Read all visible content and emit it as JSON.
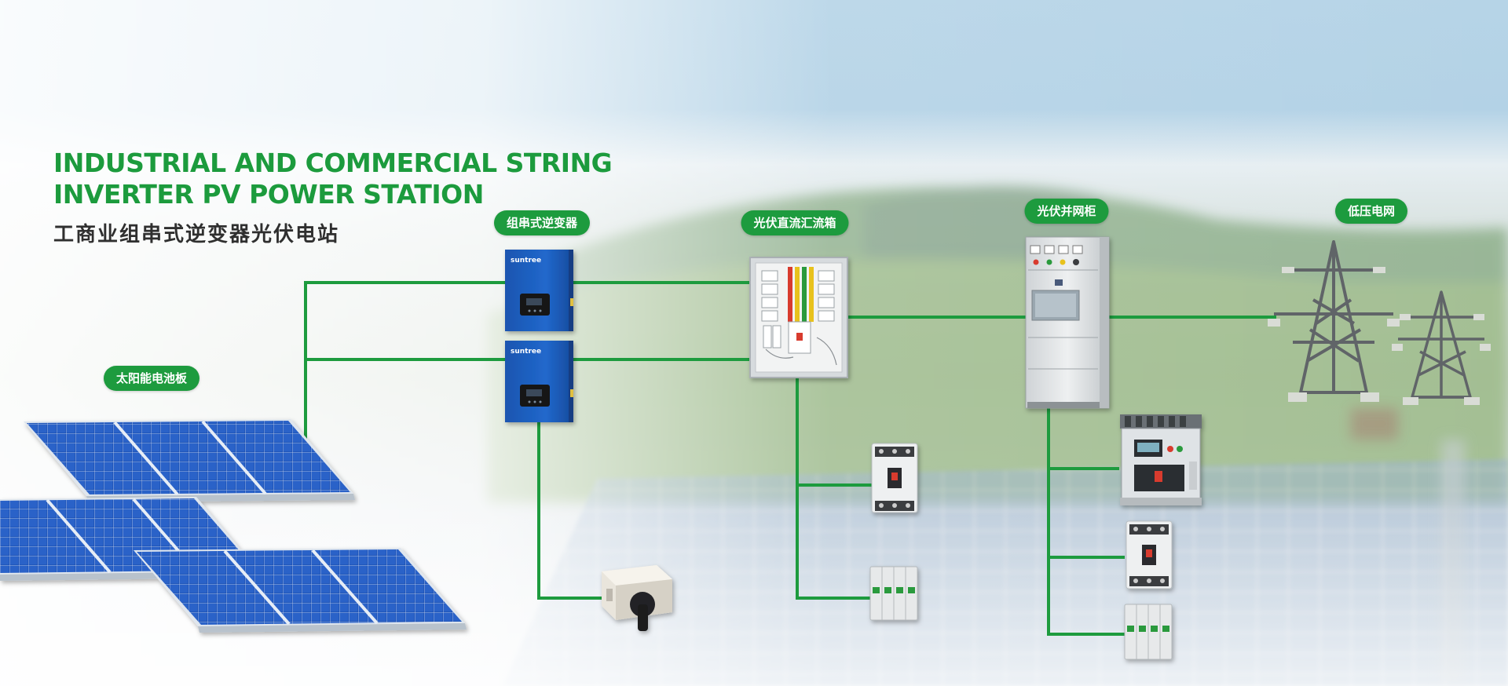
{
  "title_en": "INDUSTRIAL AND COMMERCIAL STRING INVERTER PV POWER STATION",
  "title_cn": "工商业组串式逆变器光伏电站",
  "labels": {
    "solar_panel": "太阳能电池板",
    "string_inverter": "组串式逆变器",
    "dc_combiner_box": "光伏直流汇流箱",
    "grid_cabinet": "光伏并网柜",
    "low_voltage_grid": "低压电网"
  },
  "inverter_brand": "suntree",
  "colors": {
    "accent_green": "#1d9b3e",
    "title_green": "#1c9b3d",
    "panel_blue": "#1f4fb0",
    "inverter_blue": "#1b5fc0",
    "tower_gray": "#606468"
  }
}
